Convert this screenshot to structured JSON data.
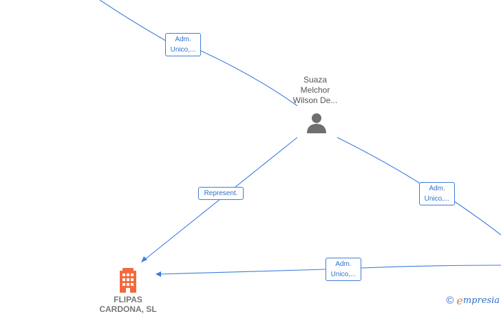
{
  "person": {
    "name": "Suaza\nMelchor\nWilson De..."
  },
  "company": {
    "name": "FLIPAS\nCARDONA, SL",
    "color": "#f26a3d"
  },
  "edges": [
    {
      "label": "Adm.\nUnico,..."
    },
    {
      "label": "Represent."
    },
    {
      "label": "Adm.\nUnico,..."
    },
    {
      "label": "Adm.\nUnico,..."
    }
  ],
  "colors": {
    "edge": "#3b7ddd",
    "person_icon": "#6f6f6f"
  },
  "branding": {
    "copyright": "©",
    "e": "e",
    "name_rest": "mpresia"
  }
}
